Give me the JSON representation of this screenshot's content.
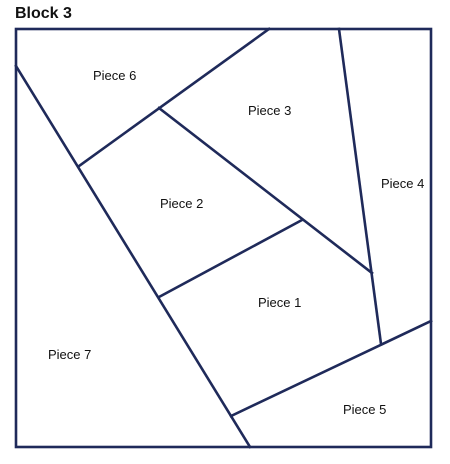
{
  "block": {
    "title": "Block 3",
    "line_color": "#1f2a5a",
    "background": "#ffffff"
  },
  "pieces": [
    {
      "id": "piece-1",
      "label": "Piece 1"
    },
    {
      "id": "piece-2",
      "label": "Piece 2"
    },
    {
      "id": "piece-3",
      "label": "Piece 3"
    },
    {
      "id": "piece-4",
      "label": "Piece 4"
    },
    {
      "id": "piece-5",
      "label": "Piece 5"
    },
    {
      "id": "piece-6",
      "label": "Piece 6"
    },
    {
      "id": "piece-7",
      "label": "Piece 7"
    }
  ]
}
